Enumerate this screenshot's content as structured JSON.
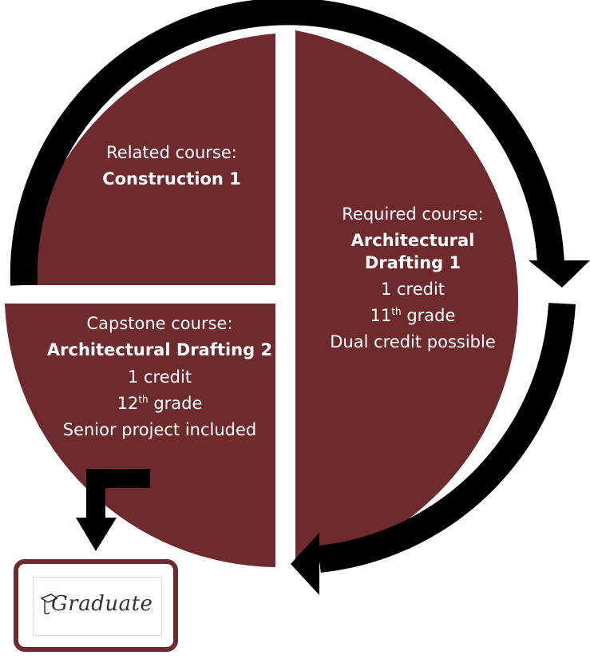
{
  "quadrants": {
    "related": {
      "heading": "Related course:",
      "course": "Construction 1"
    },
    "required": {
      "heading": "Required course:",
      "course_line1": "Architectural",
      "course_line2": "Drafting 1",
      "credit": "1 credit",
      "grade_num": "11",
      "grade_sup": "th",
      "grade_word": " grade",
      "note": "Dual credit possible"
    },
    "capstone": {
      "heading": "Capstone course:",
      "course": "Architectural Drafting 2",
      "credit": "1 credit",
      "grade_num": "12",
      "grade_sup": "th",
      "grade_word": " grade",
      "note": "Senior project included"
    }
  },
  "outcome": {
    "label": "Graduate",
    "icon": "graduation-cap-icon"
  },
  "colors": {
    "quadrant_fill": "#6e2a2d",
    "arrow": "#000000",
    "text": "#ffffff"
  }
}
